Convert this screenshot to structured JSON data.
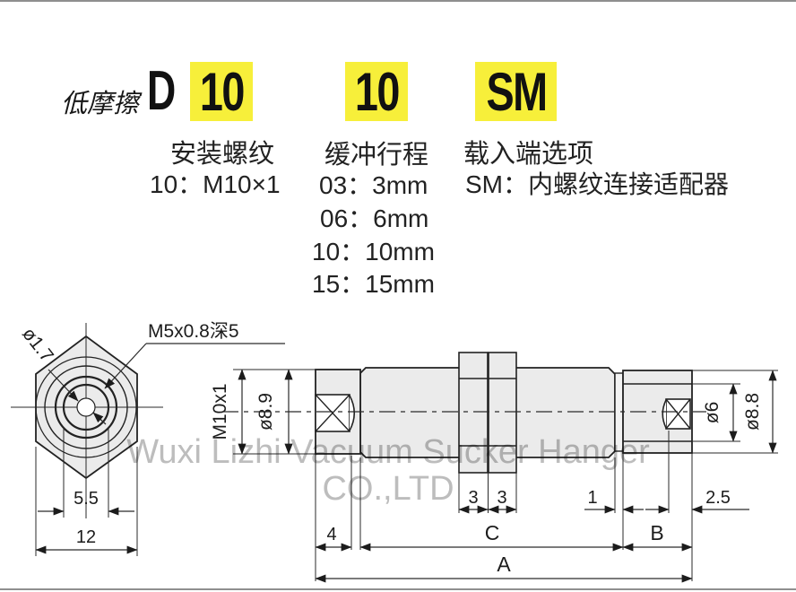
{
  "header": {
    "prefix": "低摩擦",
    "series": "D",
    "thread_code": "10",
    "stroke_code": "10",
    "end_code": "SM",
    "highlight_color": "#f7ef3a"
  },
  "columns": {
    "mount_thread": {
      "label": "安装螺纹",
      "option1": "10：M10×1"
    },
    "stroke": {
      "label": "缓冲行程",
      "options": [
        "03：3mm",
        "06：6mm",
        "10：10mm",
        "15：15mm"
      ]
    },
    "load_end": {
      "label": "载入端选项",
      "option1": "SM：内螺纹连接适配器"
    }
  },
  "drawing": {
    "front_view": {
      "orifice_dia": "ø1.7",
      "thread_callout": "M5x0.8深5",
      "wrench_flats": "5.5",
      "hex_width": "12"
    },
    "side_view": {
      "body_thread": "M10x1",
      "cap_dia": "ø8.9",
      "nut_w1": "3",
      "nut_w2": "3",
      "stub_len": "1",
      "bore_dia": "ø6",
      "adapter_dia": "ø8.8",
      "hole_offset": "2.5",
      "cap_len": "4",
      "len_c": "C",
      "len_b": "B",
      "len_a": "A"
    }
  },
  "watermark": {
    "line1": "Wuxi Lizhi Vacuum Sucker Hanger",
    "line2": "CO.,LTD"
  }
}
